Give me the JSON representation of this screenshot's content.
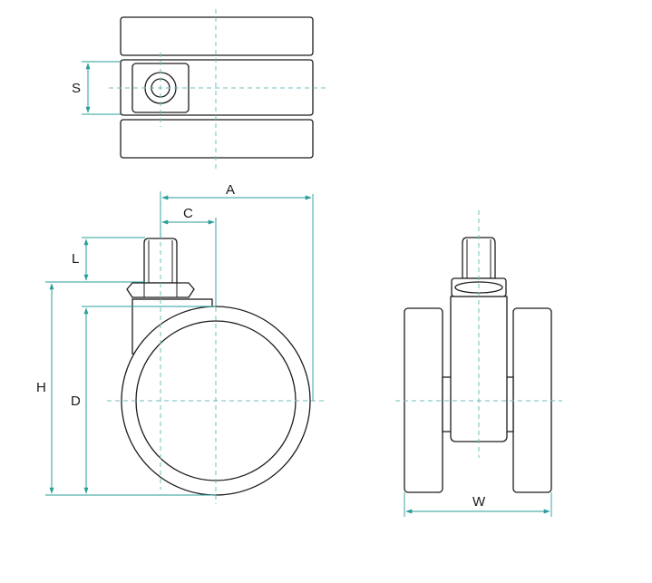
{
  "colors": {
    "outline": "#1c1c1c",
    "dimension": "#2a9d9a",
    "centerline": "#6fbfbd",
    "background": "#ffffff"
  },
  "labels": {
    "S": "S",
    "A": "A",
    "C": "C",
    "L": "L",
    "H": "H",
    "D": "D",
    "W": "W"
  }
}
